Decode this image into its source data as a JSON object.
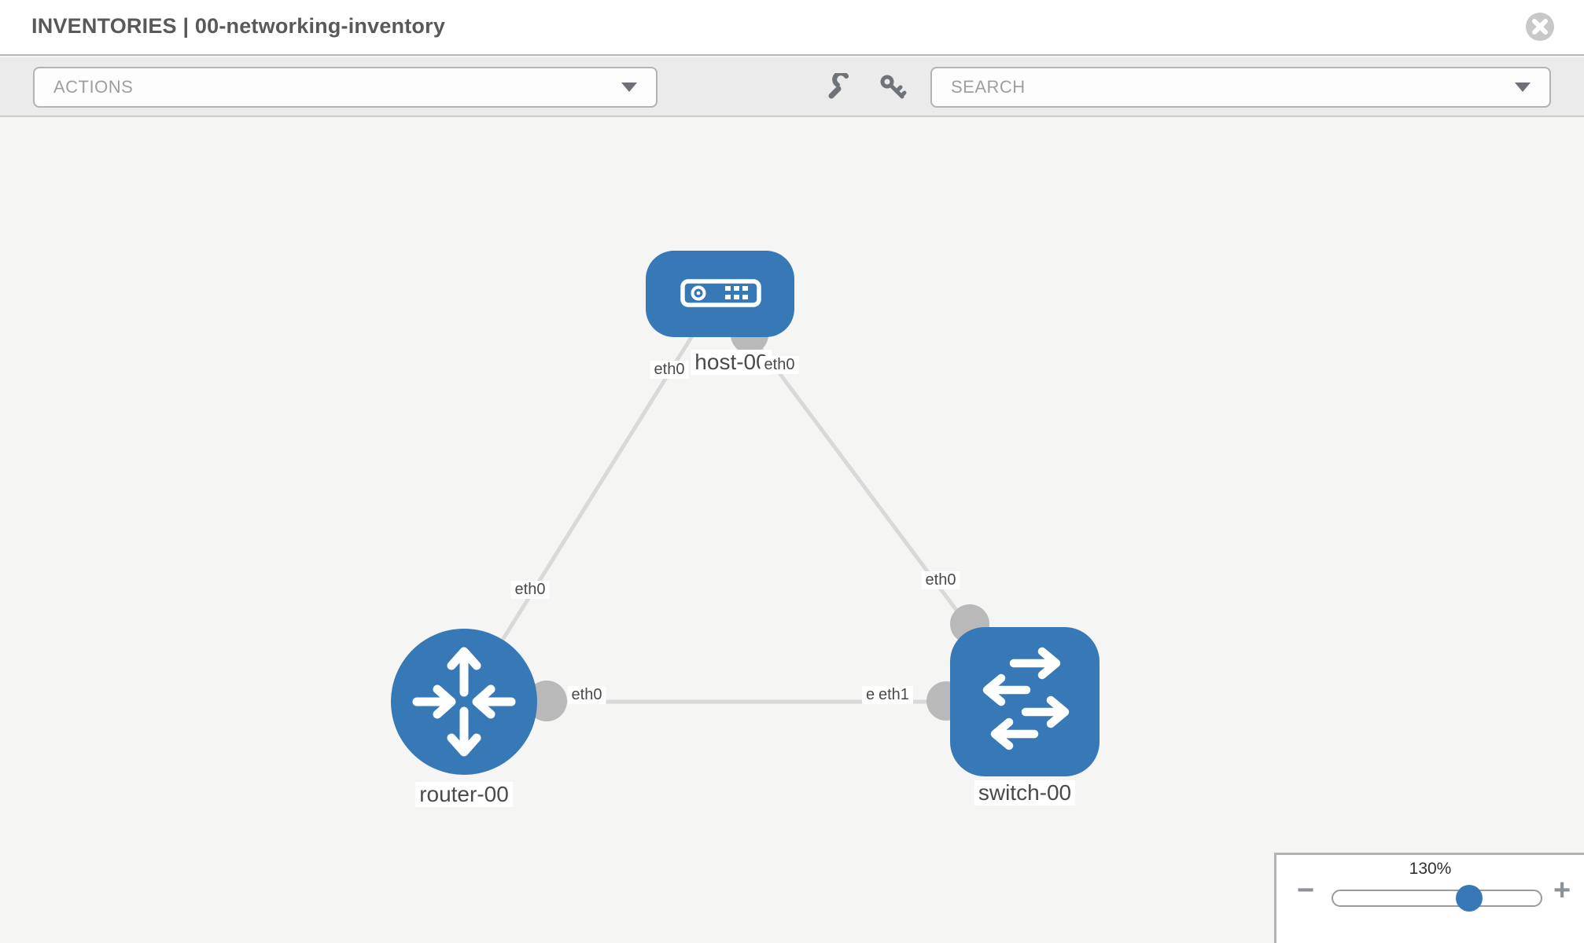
{
  "header": {
    "title": "INVENTORIES | 00-networking-inventory"
  },
  "toolbar": {
    "actions_label": "ACTIONS",
    "search_label": "SEARCH"
  },
  "topology": {
    "nodes": [
      {
        "label": "host-00",
        "type": "host"
      },
      {
        "label": "router-00",
        "type": "router"
      },
      {
        "label": "switch-00",
        "type": "switch"
      }
    ],
    "links": [
      {
        "from": "host-00",
        "from_interface": "eth0",
        "to": "router-00",
        "to_interface": "eth0"
      },
      {
        "from": "host-00",
        "from_interface": "eth0",
        "to": "switch-00",
        "to_interface": "eth0"
      },
      {
        "from": "router-00",
        "from_interface": "eth0",
        "to": "switch-00",
        "to_interface": "eth1",
        "to_label_underlay": "eth0"
      }
    ]
  },
  "zoom_control": {
    "level": "130%",
    "value_percent": 130,
    "zoom_out_label": "−",
    "zoom_in_label": "+"
  },
  "colors": {
    "node_blue": "#3779b7",
    "link_gray": "#d9d9d9",
    "interface_gray": "#b9b9b9",
    "toolbar_gray": "#ebebeb"
  }
}
